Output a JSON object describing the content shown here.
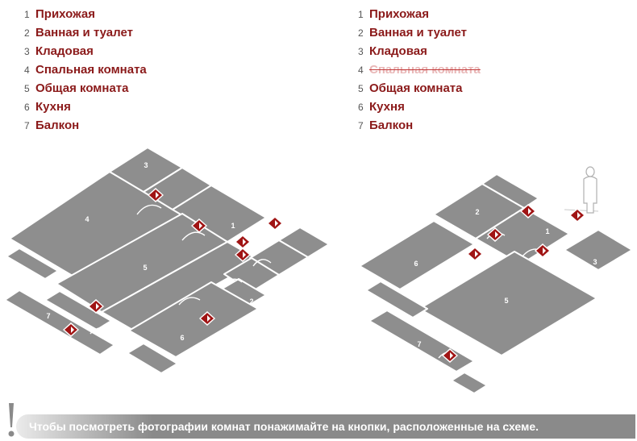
{
  "legend_left": [
    {
      "num": "1",
      "label": "Прихожая"
    },
    {
      "num": "2",
      "label": "Ванная и туалет"
    },
    {
      "num": "3",
      "label": "Кладовая"
    },
    {
      "num": "4",
      "label": "Спальная комната"
    },
    {
      "num": "5",
      "label": "Общая комната"
    },
    {
      "num": "6",
      "label": "Кухня"
    },
    {
      "num": "7",
      "label": "Балкон"
    }
  ],
  "legend_right": [
    {
      "num": "1",
      "label": "Прихожая",
      "struck": false
    },
    {
      "num": "2",
      "label": "Ванная и туалет",
      "struck": false
    },
    {
      "num": "3",
      "label": "Кладовая",
      "struck": false
    },
    {
      "num": "4",
      "label": "Спальная комната",
      "struck": true
    },
    {
      "num": "5",
      "label": "Общая комната",
      "struck": false
    },
    {
      "num": "6",
      "label": "Кухня",
      "struck": false
    },
    {
      "num": "7",
      "label": "Балкон",
      "struck": false
    }
  ],
  "plan_left_labels": {
    "r1": "1",
    "r2a": "2",
    "r2b": "2",
    "r3": "3",
    "r4": "4",
    "r5": "5",
    "r6": "6",
    "r7": "7"
  },
  "plan_right_labels": {
    "r1": "1",
    "r2": "2",
    "r3": "3",
    "r5": "5",
    "r6": "6",
    "r7": "7"
  },
  "instruction": "Чтобы посмотреть фотографии комнат понажимайте на кнопки, расположенные на схеме.",
  "colors": {
    "accent": "#8b1a1a",
    "camera": "#a01414",
    "room": "#8e8e8e",
    "struck": "#e9b8b8"
  },
  "icons": {
    "camera": "camera-button-icon",
    "exclamation": "exclamation-icon",
    "person": "person-icon"
  }
}
